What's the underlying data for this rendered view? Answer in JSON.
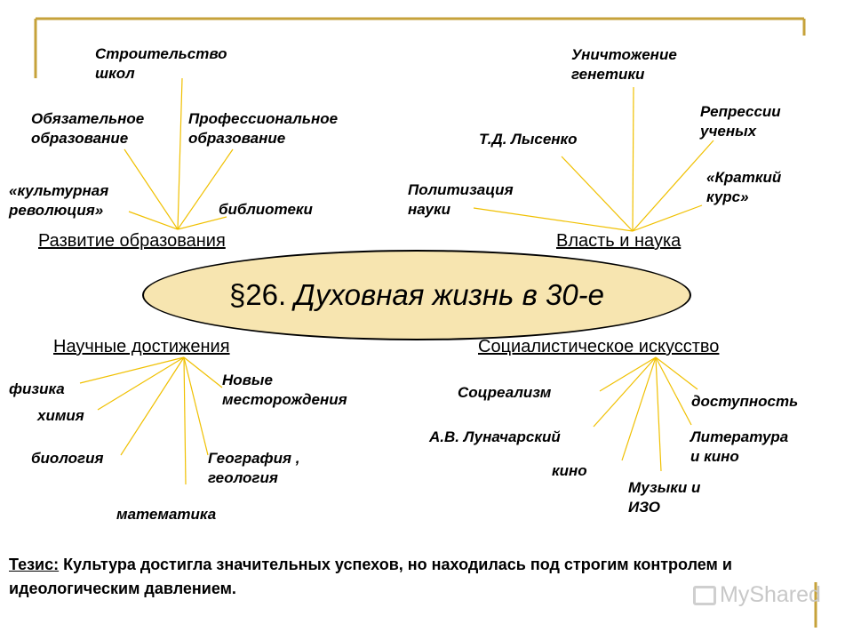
{
  "center": {
    "paragraph": "§26.",
    "topic": "Духовная жизнь в 30-е"
  },
  "colors": {
    "ellipse_fill": "#f7e5b0",
    "frame_line": "#c6a23a",
    "lines": "#f0c000"
  },
  "branches": {
    "education": {
      "heading": "Развитие образования",
      "items": [
        "Строительство\nшкол",
        "Обязательное\nобразование",
        "Профессиональное\nобразование",
        "«культурная\nреволюция»",
        "библиотеки"
      ]
    },
    "power": {
      "heading": "Власть и наука",
      "items": [
        "Уничтожение\nгенетики",
        "Репрессии\nученых",
        "Т.Д. Лысенко",
        "«Краткий\nкурс»",
        "Политизация\nнауки"
      ]
    },
    "science": {
      "heading": "Научные достижения",
      "items": [
        "физика",
        "химия",
        "Новые\nместорождения",
        "биология",
        "География ,\nгеология",
        "математика"
      ]
    },
    "art": {
      "heading": "Социалистическое  искусство",
      "items": [
        "Соцреализм",
        "доступность",
        "А.В. Луначарский",
        "Литература\nи кино",
        "кино",
        "Музыки и\nИЗО"
      ]
    }
  },
  "thesis": {
    "label": "Тезис:",
    "text": " Культура достигла значительных успехов, но находилась под строгим контролем и идеологическим давлением."
  },
  "watermark": {
    "icon": "mystudies-logo-icon",
    "text": "MyShared"
  }
}
